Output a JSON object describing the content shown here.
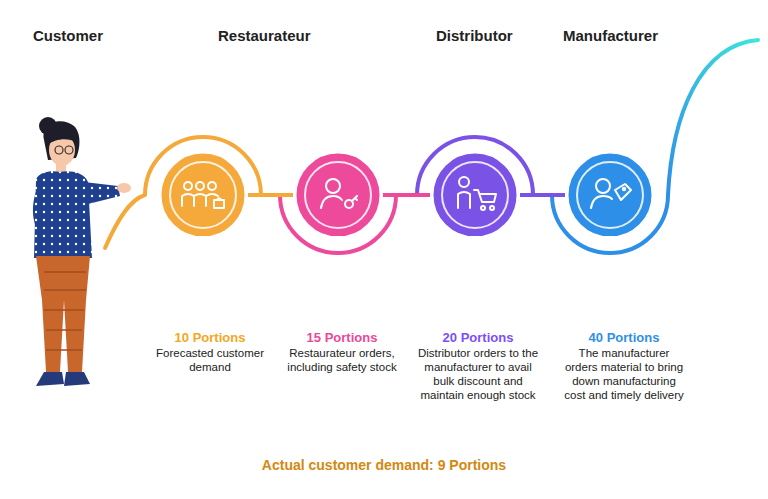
{
  "diagram": {
    "nodes": [
      {
        "text": [
          "10 Portions",
          "Forecasted customer demand"
        ]
      },
      {
        "text": [
          "15 Portions",
          "Restaurateur orders, including safety stock"
        ]
      },
      {
        "text": [
          "20 Portions",
          "Distributor orders to the manufacturer to avail bulk discount and maintain enough stock"
        ]
      },
      {
        "text": [
          "40 Portions",
          "The manufacturer orders material to bring down manufacturing cost and timely delivery"
        ]
      }
    ],
    "edges": [
      {
        "from": 0,
        "to": 1,
        "arrow": "none"
      },
      {
        "from": 1,
        "to": 2,
        "arrow": "none"
      },
      {
        "from": 2,
        "to": 3,
        "arrow": "none"
      }
    ],
    "labels": [
      "Customer",
      "Restaurateur",
      "Distributor",
      "Manufacturer",
      "Actual customer demand: 9 Portions"
    ]
  }
}
